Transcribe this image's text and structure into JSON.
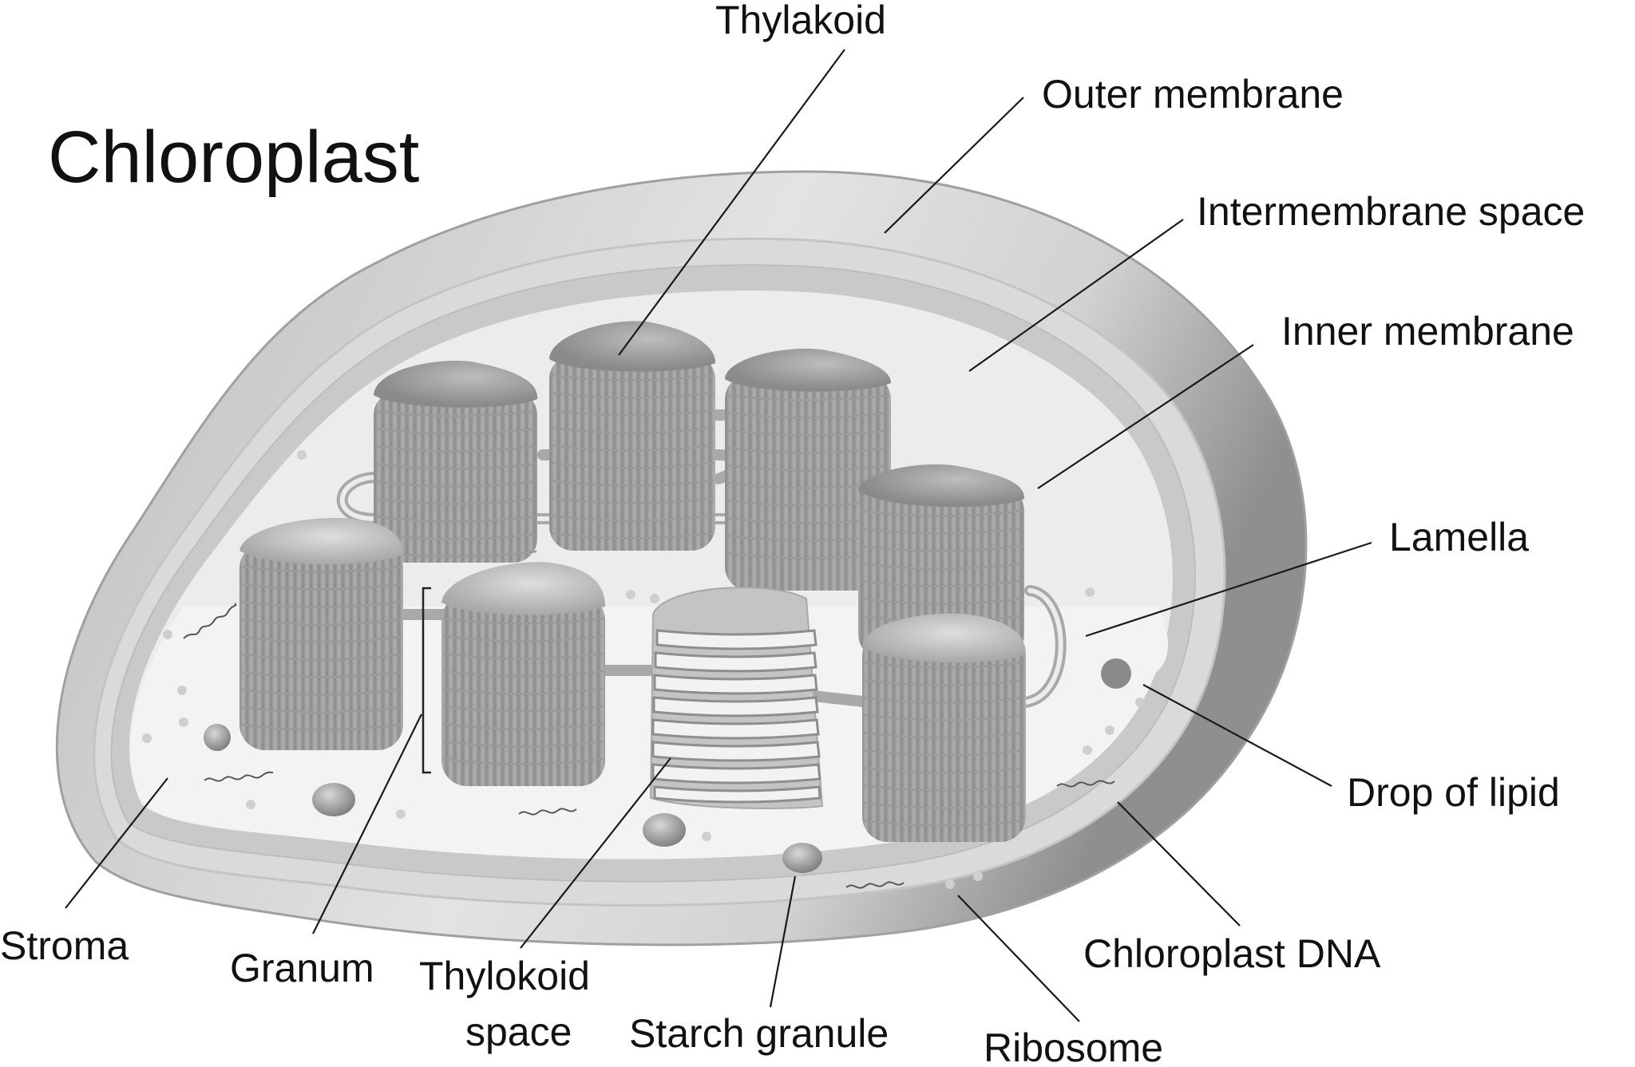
{
  "title": "Chloroplast",
  "labels": {
    "thylakoid": "Thylakoid",
    "outer_membrane": "Outer membrane",
    "intermembrane_space": "Intermembrane space",
    "inner_membrane": "Inner membrane",
    "lamella": "Lamella",
    "drop_of_lipid": "Drop of lipid",
    "chloroplast_dna": "Chloroplast DNA",
    "ribosome": "Ribosome",
    "starch_granule": "Starch granule",
    "thylakoid_space_line1": "Thylokoid",
    "thylakoid_space_line2": "space",
    "granum": "Granum",
    "stroma": "Stroma"
  }
}
